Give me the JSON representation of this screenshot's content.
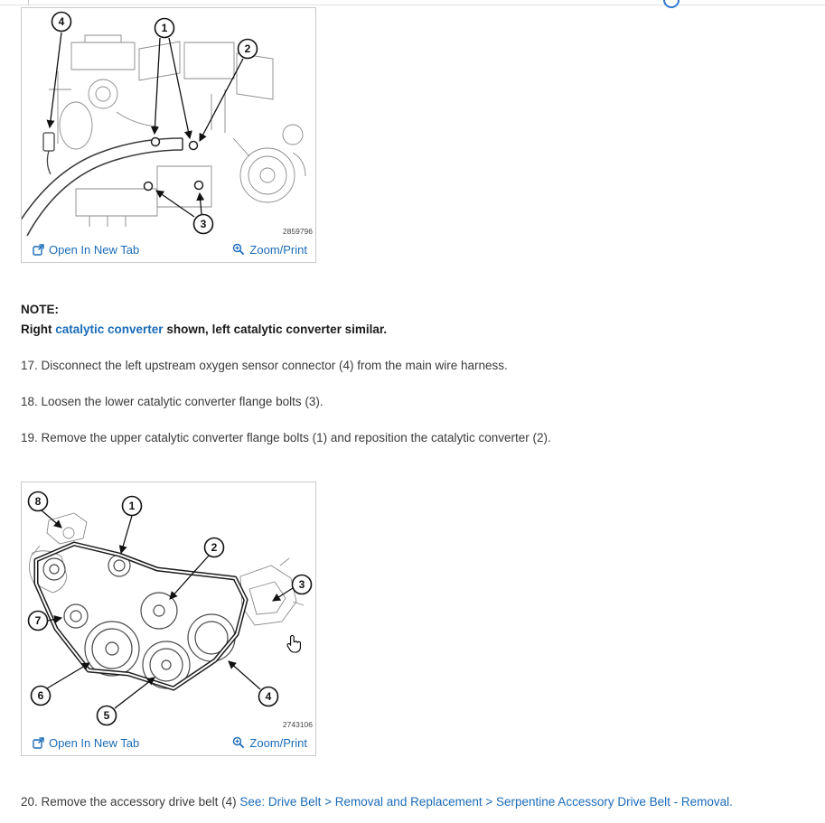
{
  "colors": {
    "link_blue": "#1a6bb8"
  },
  "figure_footer": {
    "open_label": "Open In New Tab",
    "zoom_label": "Zoom/Print"
  },
  "figure1": {
    "figure_id": "2859796",
    "callouts": [
      "4",
      "1",
      "2",
      "3"
    ]
  },
  "figure2": {
    "figure_id": "2743106",
    "callouts": [
      "8",
      "1",
      "2",
      "3",
      "7",
      "6",
      "5",
      "4"
    ]
  },
  "note": {
    "label": "NOTE:",
    "text_before": "Right ",
    "link_text": "catalytic converter",
    "text_after": " shown, left catalytic converter similar."
  },
  "steps": {
    "s17": "17. Disconnect the left upstream oxygen sensor connector (4) from the main wire harness.",
    "s18": "18. Loosen the lower catalytic converter flange bolts (3).",
    "s19": "19. Remove the upper catalytic converter flange bolts (1) and reposition the catalytic converter (2)."
  },
  "step20": {
    "text_before": "20. Remove the accessory drive belt (4) ",
    "link_text": "See: Drive Belt > Removal and Replacement > Serpentine Accessory Drive Belt - Removal."
  }
}
